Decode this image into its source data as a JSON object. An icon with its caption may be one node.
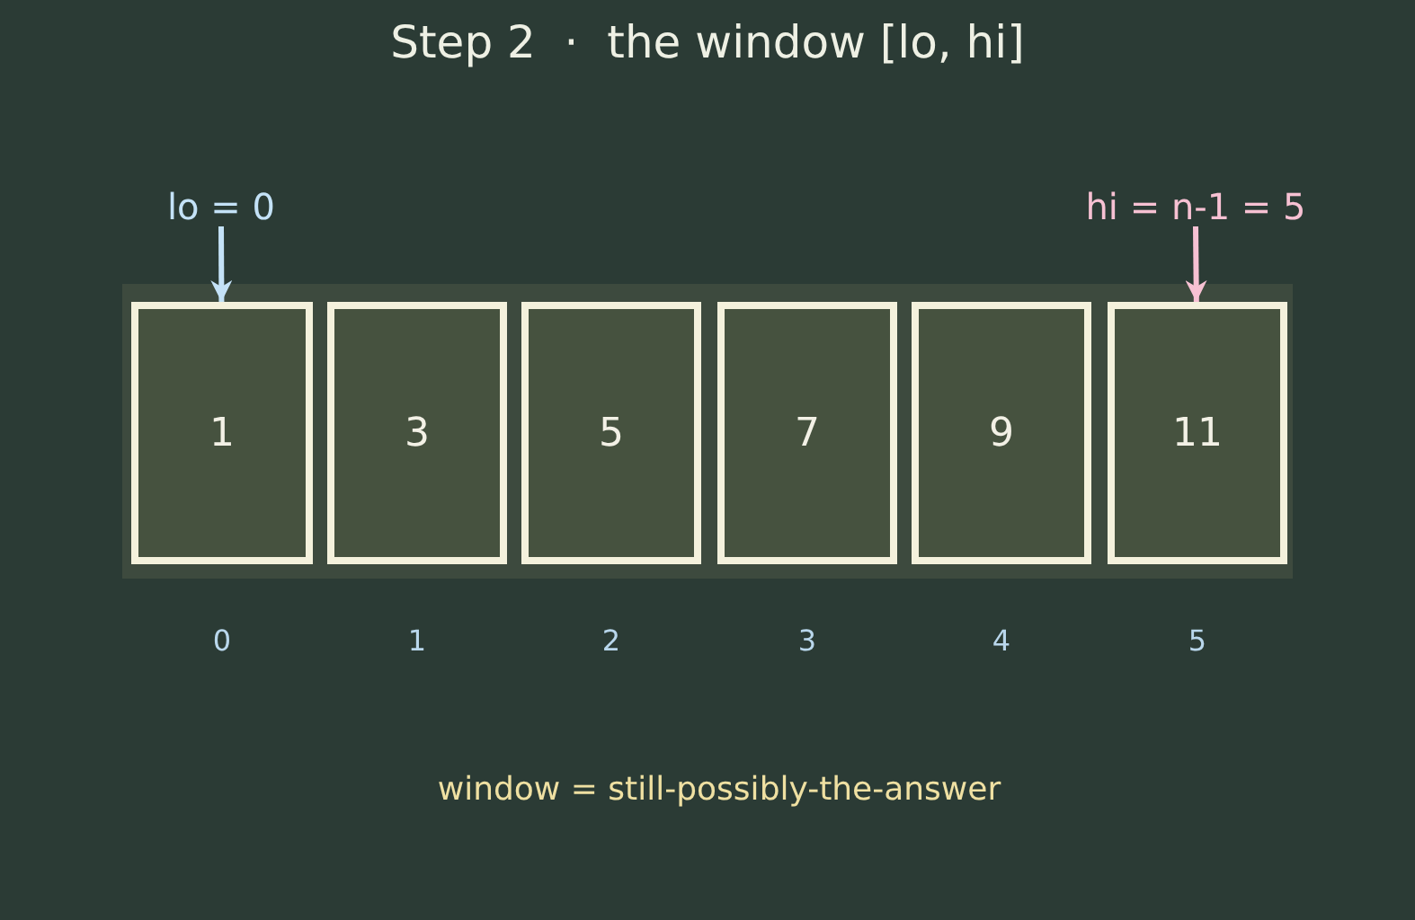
{
  "diagram": {
    "title": "Step 2  ·  the window [lo, hi]",
    "caption": "window = still-possibly-the-answer",
    "nodes": [
      {
        "text": [
          "lo = 0"
        ]
      },
      {
        "text": [
          "hi = n-1 = 5"
        ]
      },
      {
        "text": [],
        "shape": "box"
      },
      {
        "text": [
          "1"
        ],
        "in": 2,
        "beside": [
          "0"
        ]
      },
      {
        "text": [
          "3"
        ],
        "in": 2,
        "beside": [
          "1"
        ]
      },
      {
        "text": [
          "5"
        ],
        "in": 2,
        "beside": [
          "2"
        ]
      },
      {
        "text": [
          "7"
        ],
        "in": 2,
        "beside": [
          "3"
        ]
      },
      {
        "text": [
          "9"
        ],
        "in": 2,
        "beside": [
          "4"
        ]
      },
      {
        "text": [
          "11"
        ],
        "in": 2,
        "beside": [
          "5"
        ]
      }
    ],
    "edges": [
      {
        "from": 0,
        "to": 3,
        "arrow": "to",
        "color": "#c4e2f7"
      },
      {
        "from": 1,
        "to": 8,
        "arrow": "to",
        "color": "#f7c1d3"
      }
    ]
  }
}
